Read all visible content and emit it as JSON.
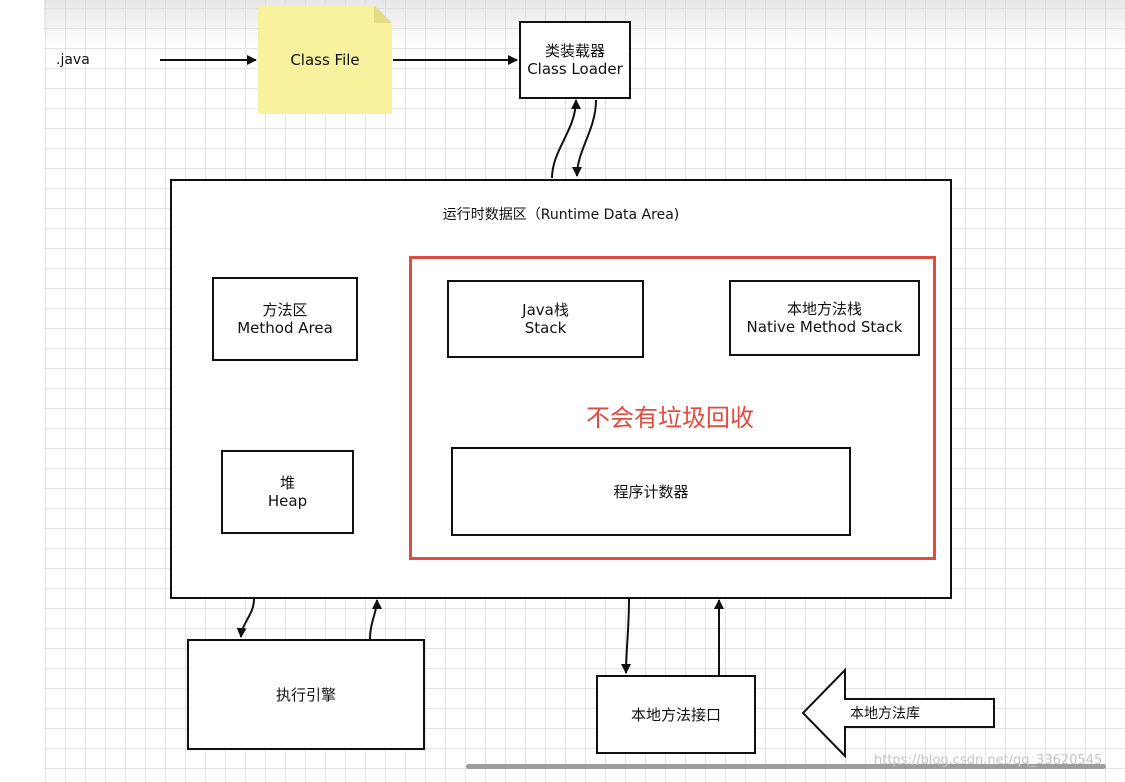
{
  "diagram": {
    "source_label": ".java",
    "class_file": "Class File",
    "class_loader": {
      "line1": "类装载器",
      "line2": "Class Loader"
    },
    "runtime_area_title": "运行时数据区（Runtime Data Area)",
    "method_area": {
      "line1": "方法区",
      "line2": "Method Area"
    },
    "heap": {
      "line1": "堆",
      "line2": "Heap"
    },
    "java_stack": {
      "line1": "Java栈",
      "line2": "Stack"
    },
    "native_stack": {
      "line1": "本地方法栈",
      "line2": "Native Method Stack"
    },
    "no_gc_note": "不会有垃圾回收",
    "program_counter": "程序计数器",
    "execution_engine": "执行引擎",
    "native_interface": "本地方法接口",
    "native_library": "本地方法库"
  },
  "colors": {
    "note_fill": "#f8f19d",
    "highlight": "#e24b40",
    "stroke": "#111111"
  },
  "watermark": "https://blog.csdn.net/qq_33620545"
}
